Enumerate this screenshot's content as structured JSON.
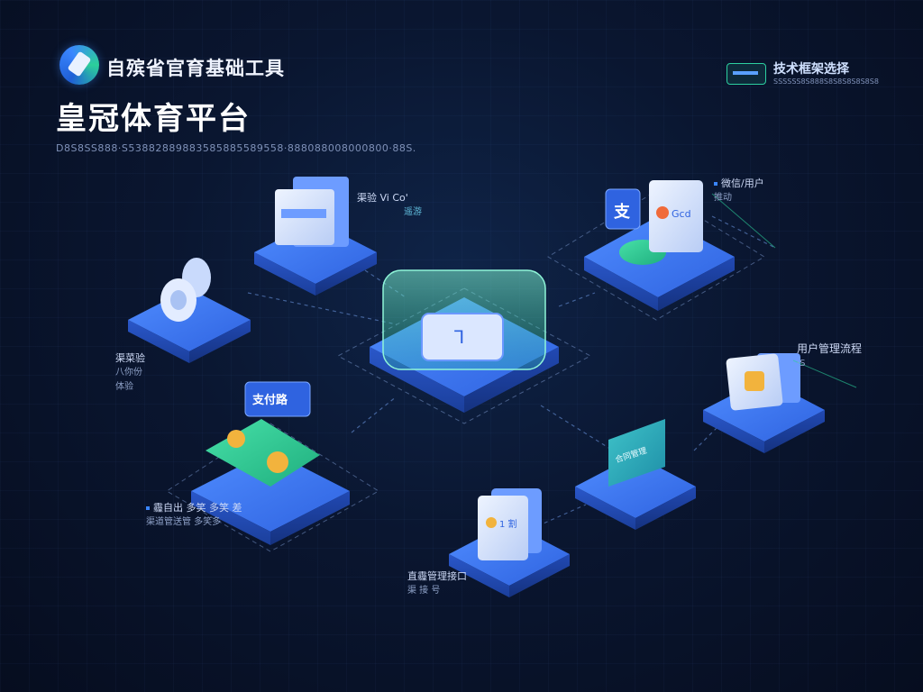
{
  "header": {
    "brand": "自殡省官育基础工具",
    "title": "皇冠体育平台",
    "subtitle": "D8S8SS888·S53882889883585885589558·888088008000800·88S.",
    "tech_label": "技术框架选择",
    "tech_sub": "SSSSSS8S888S8S8S8S8S8S8"
  },
  "nodes": {
    "center": {
      "icon": "panel-icon",
      "chip_text": "ᒣ"
    },
    "top_left": {
      "label": "渠验 Vi Co'",
      "label2": "遥游"
    },
    "left": {
      "label": "渠菜验",
      "sub": "八你份",
      "sub2": "体验"
    },
    "top_right": {
      "badge": "支",
      "card_text": "Gcd",
      "label": "微信/用户",
      "sub": "推动"
    },
    "right": {
      "label": "用户管理流程",
      "sub": "·S"
    },
    "bottom_left": {
      "badge": "支付路",
      "label": "霾自出 多笑 多笑  差",
      "sub": "渠道管送管 多笑多"
    },
    "bottom_mid": {
      "card_text": "1 割",
      "label": "直霾管理接口",
      "sub": "渠 接 号"
    },
    "mid_right": {
      "card_text": "合同管理"
    }
  },
  "colors": {
    "accent": "#3a86ff",
    "accent2": "#2ccf9a",
    "background": "#0a1630"
  }
}
